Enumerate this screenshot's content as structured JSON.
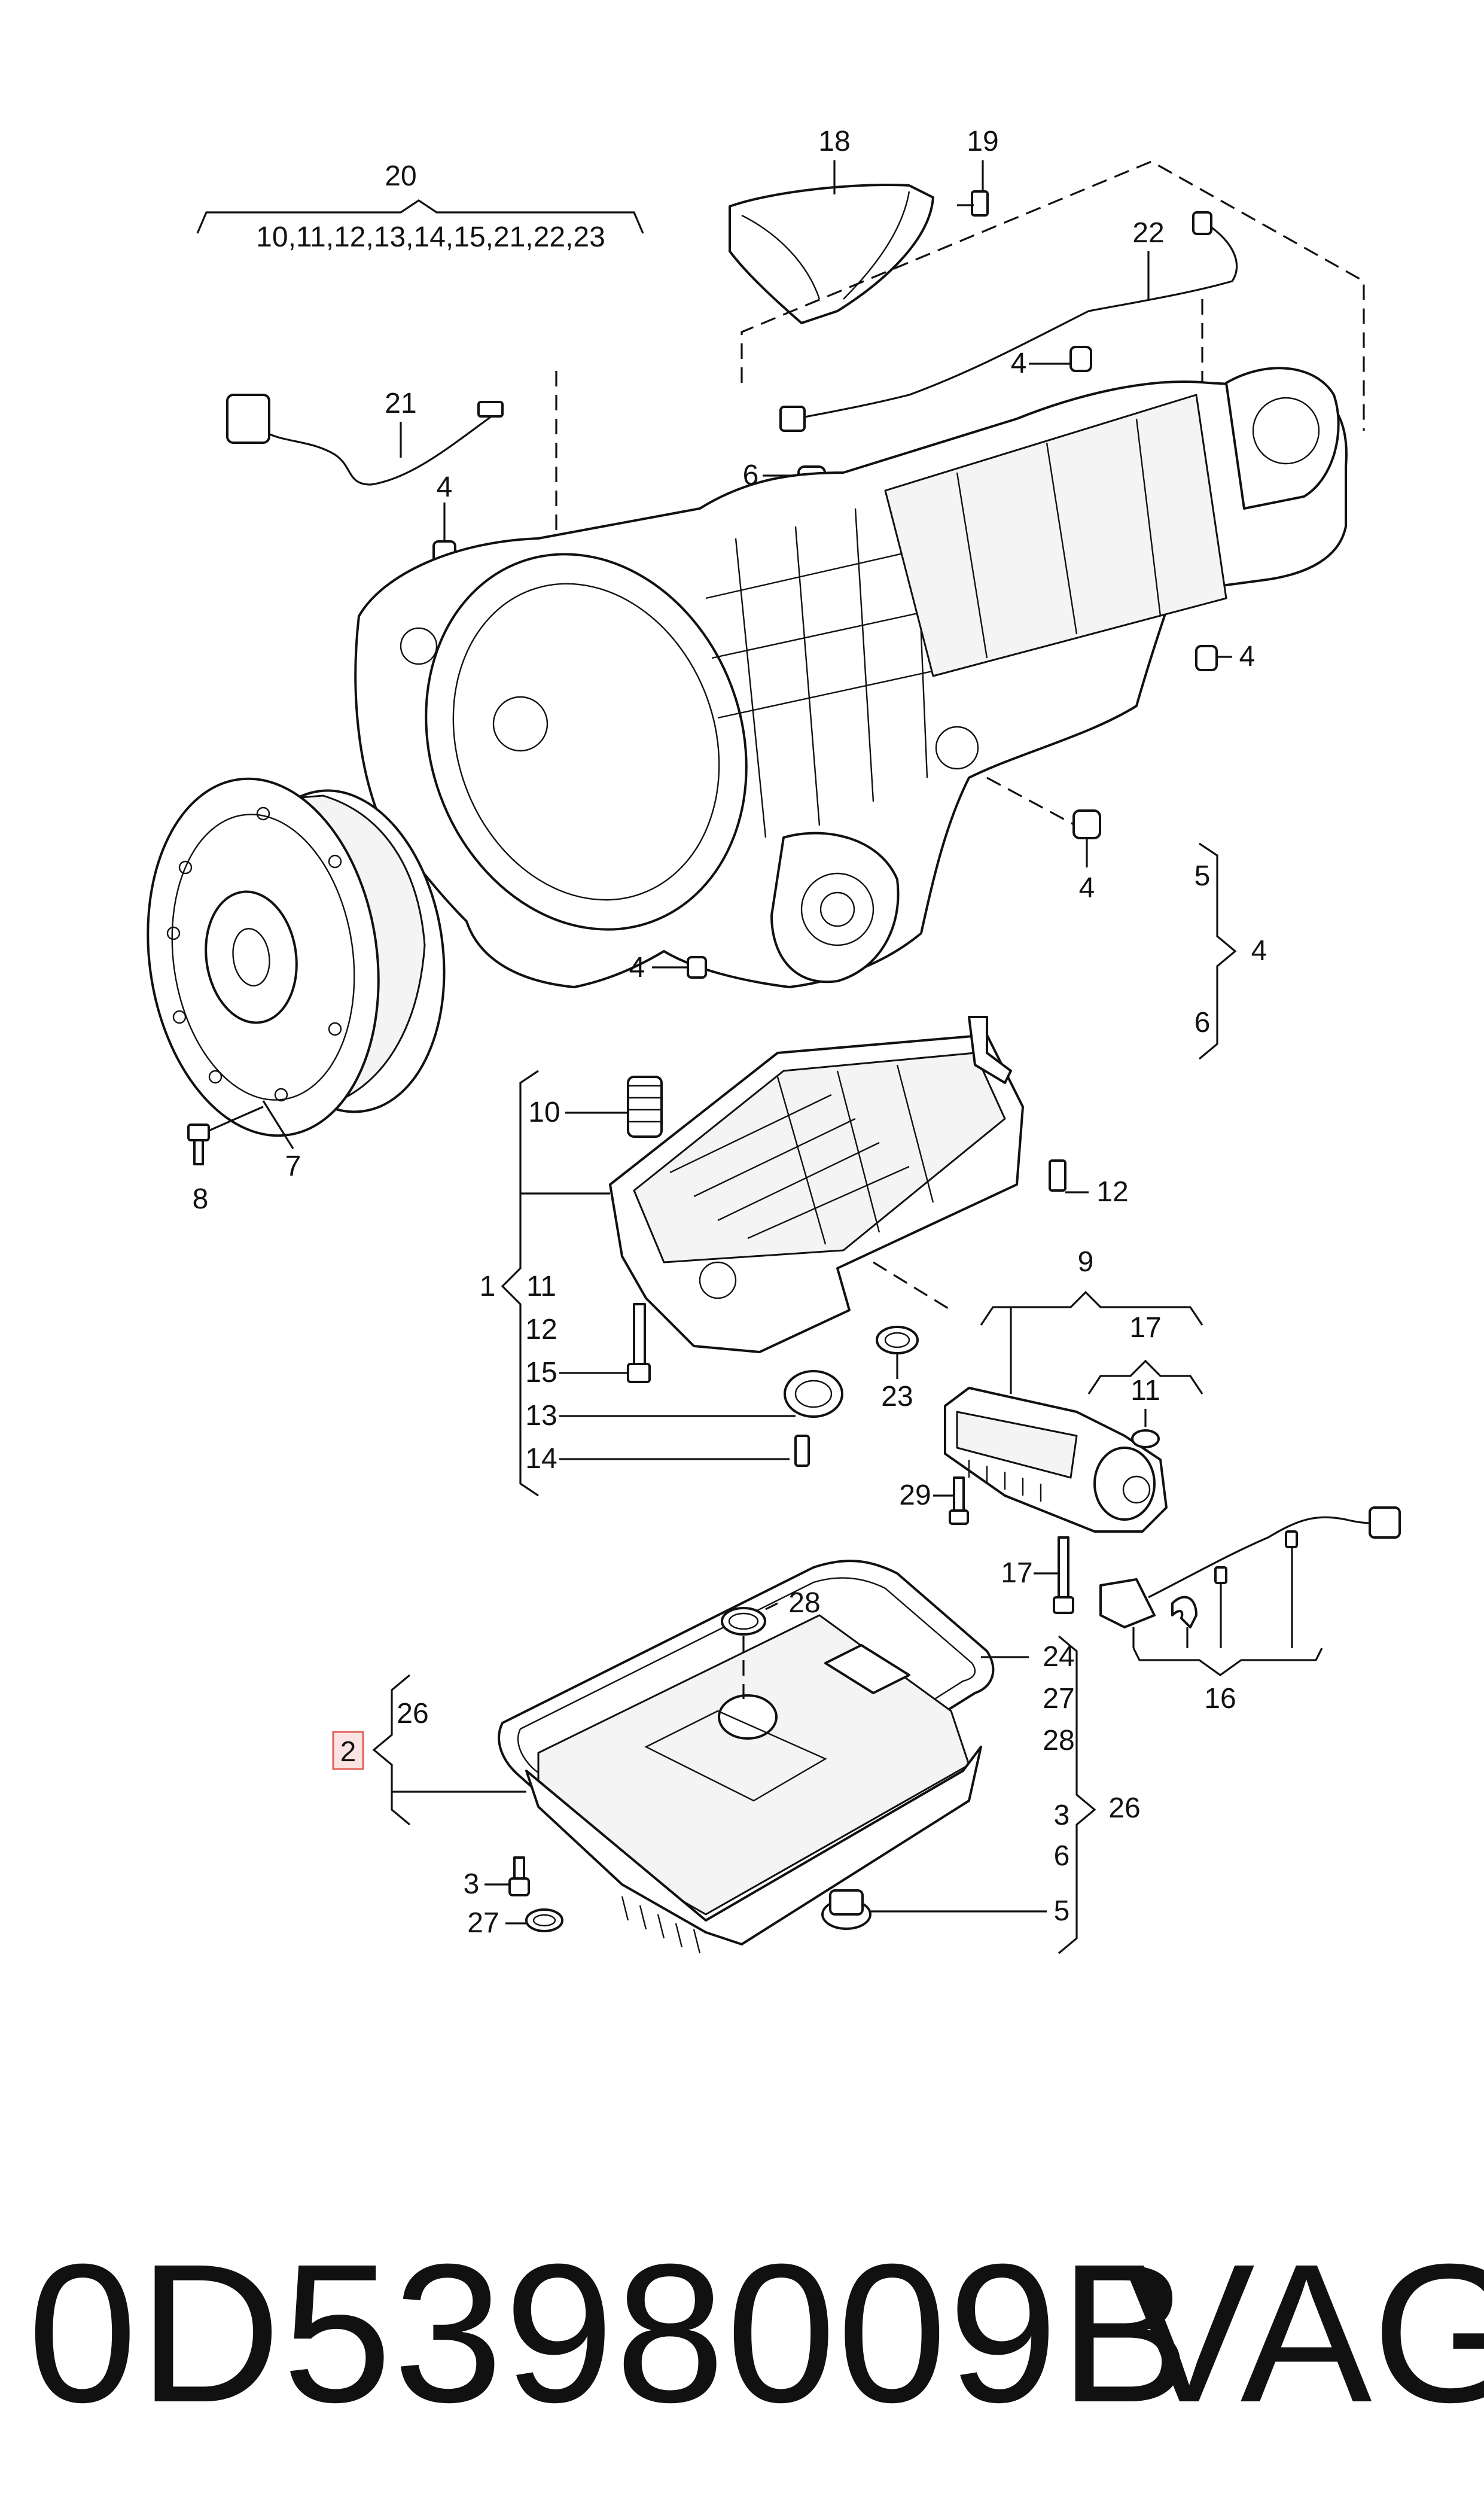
{
  "callouts": {
    "c20": "20",
    "c20_list": "10,11,12,13,14,15,21,22,23",
    "c18": "18",
    "c19": "19",
    "c22": "22",
    "c4_a": "4",
    "c6_a": "6",
    "c21": "21",
    "c4_b": "4",
    "c4_c": "4",
    "c4_d": "4",
    "c4_e": "4",
    "c5_group": "5",
    "c4_group": "4",
    "c6_group": "6",
    "c8": "8",
    "c7": "7",
    "c10": "10",
    "c12_right": "12",
    "c1": "1",
    "c11_left": "11",
    "c12_left": "12",
    "c15": "15",
    "c13": "13",
    "c14": "14",
    "c23": "23",
    "c9": "9",
    "c17_top": "17",
    "c11_right": "11",
    "c29": "29",
    "c17_bolt": "17",
    "c16": "16",
    "c28_top": "28",
    "c24": "24",
    "c27_right": "27",
    "c28_right": "28",
    "c26_left": "26",
    "c2": "2",
    "c3_left": "3",
    "c27_left": "27",
    "c3_right": "3",
    "c26_right": "26",
    "c6_right": "6",
    "c5_right": "5"
  },
  "footer": {
    "part_number": "0D5398009B",
    "brand": "VAG"
  },
  "colors": {
    "highlight": "#e0605a",
    "highlight_fill": "#fbe3e2",
    "ink": "#111111"
  },
  "icons": [
    "transmission-housing",
    "flywheel",
    "mechatronic-valve-body",
    "oil-pan",
    "gasket",
    "solenoid-module",
    "wiring-harness",
    "bracket-cover",
    "bolt",
    "seal-ring",
    "drain-plug"
  ]
}
